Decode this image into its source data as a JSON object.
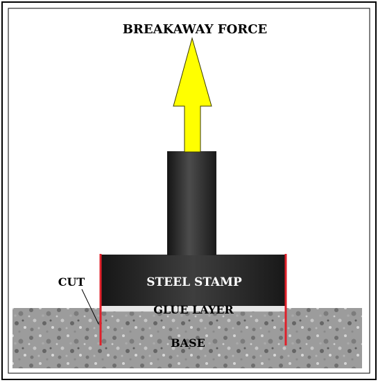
{
  "diagram": {
    "labels": {
      "force": "BREAKAWAY FORCE",
      "stamp": "STEEL STAMP",
      "glue": "GLUE LAYER",
      "base": "BASE",
      "cut": "CUT"
    },
    "colors": {
      "arrow_fill": "#ffff00",
      "arrow_stroke": "#3a3a00",
      "stamp_dark": "#1e1e1e",
      "stamp_light": "#4a4a4a",
      "glue": "#e8e8e8",
      "base": "#9a9a9a",
      "cut_line": "#e0202a",
      "frame": "#000000",
      "label_light": "#ffffff",
      "label_dark": "#000000"
    },
    "icons": {
      "arrow": "up-arrow-icon"
    }
  }
}
